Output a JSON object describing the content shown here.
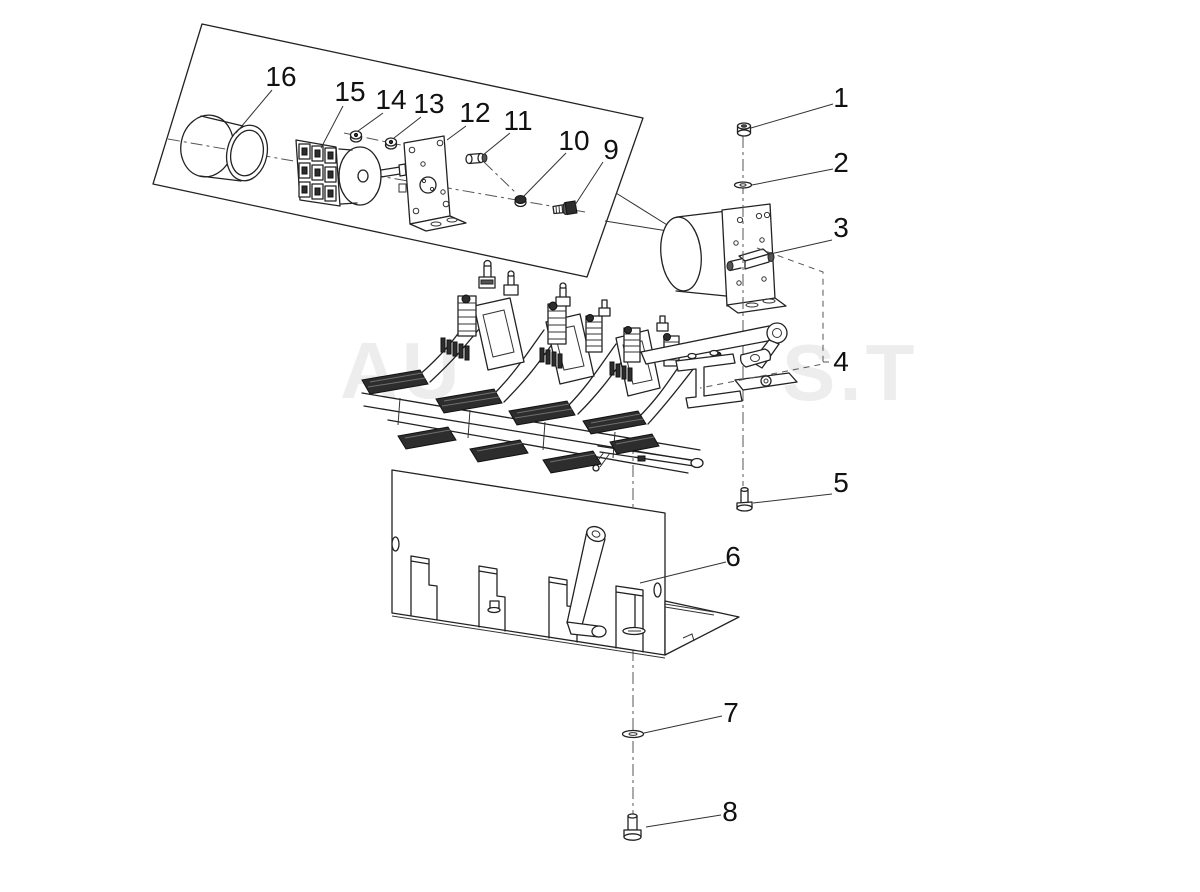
{
  "diagram": {
    "kind": "exploded-parts-diagram",
    "background": "#ffffff",
    "line_color": "#222222",
    "pad_color": "#2d2d2d",
    "watermark": {
      "left": "AU",
      "right": "S.T",
      "color": "#ededed"
    }
  },
  "callouts": [
    "1",
    "2",
    "3",
    "4",
    "5",
    "6",
    "7",
    "8",
    "9",
    "10",
    "11",
    "12",
    "13",
    "14",
    "15",
    "16"
  ]
}
